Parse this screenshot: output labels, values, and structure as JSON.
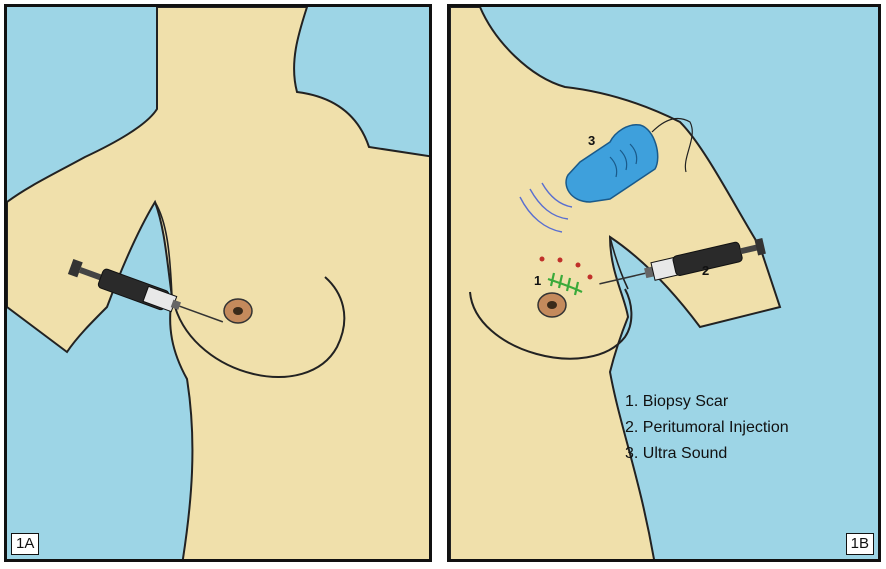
{
  "panels": {
    "a": {
      "label": "1A"
    },
    "b": {
      "label": "1B",
      "markers": {
        "scar": "1",
        "injection": "2",
        "ultrasound": "3"
      },
      "legend": [
        "1. Biopsy Scar",
        "2. Peritumoral Injection",
        "3. Ultra Sound"
      ]
    }
  },
  "colors": {
    "background": "#9dd5e6",
    "skin": "#f0e0ab",
    "nipple": "#c48a5c",
    "probe": "#3ea0dc",
    "scar": "#3aaa3a",
    "dots": "#c0302a",
    "waves": "#5a6fd0"
  }
}
